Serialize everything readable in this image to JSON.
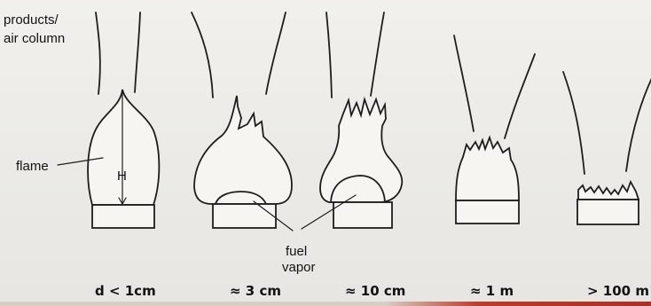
{
  "diagram": {
    "labels": {
      "products_air_column": [
        "products/",
        "air column"
      ],
      "flame": "flame",
      "height": "H",
      "fuel_vapor": [
        "fuel",
        "vapor"
      ]
    },
    "captions": [
      "d < 1cm",
      "≈ 3 cm",
      "≈ 10 cm",
      "≈ 1 m",
      "> 100 m"
    ]
  },
  "colors": {
    "ink": "#1d1d1b",
    "paper": "#ecebe7",
    "accent_strip": "#b83d2b"
  }
}
